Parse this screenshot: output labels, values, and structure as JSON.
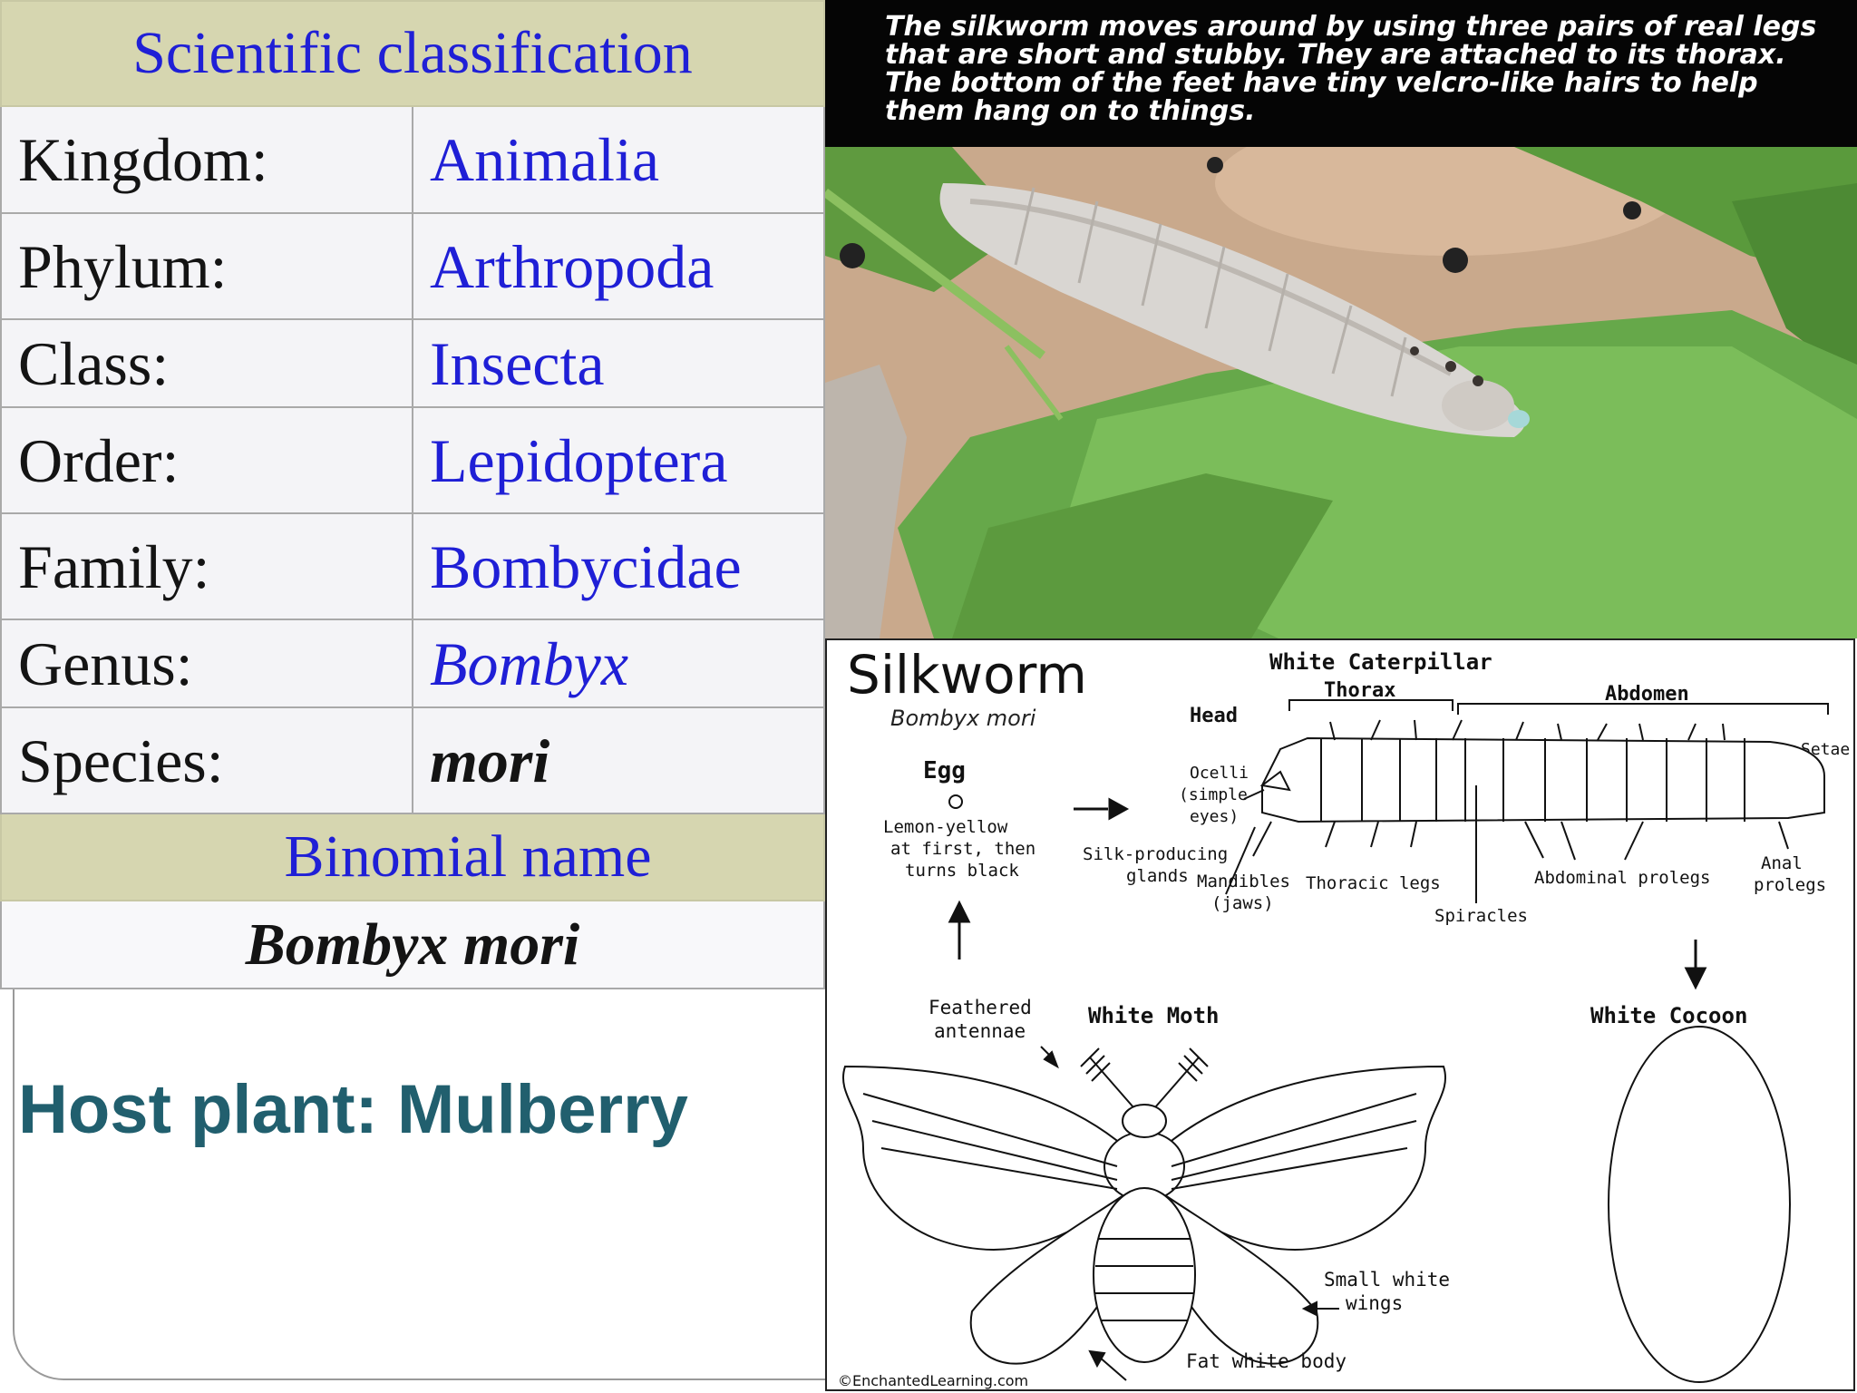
{
  "classification": {
    "header": "Scientific classification",
    "rows": [
      {
        "label": "Kingdom:",
        "value": "Animalia"
      },
      {
        "label": "Phylum:",
        "value": "Arthropoda"
      },
      {
        "label": "Class:",
        "value": "Insecta"
      },
      {
        "label": "Order:",
        "value": "Lepidoptera"
      },
      {
        "label": "Family:",
        "value": "Bombycidae"
      },
      {
        "label": "Genus:",
        "value": "Bombyx"
      },
      {
        "label": "Species:",
        "value": "mori"
      }
    ],
    "binomial_header": "Binomial name",
    "binomial_value": "Bombyx mori"
  },
  "host_plant": "Host plant: Mulberry",
  "photo": {
    "caption": "The silkworm moves around by using three pairs of real legs that are short and stubby. They are attached to its thorax. The bottom of the feet have tiny velcro-like hairs to help them hang on to things."
  },
  "diagram": {
    "title": "Silkworm",
    "subtitle": "Bombyx mori",
    "caterpillar_title": "White Caterpillar",
    "thorax": "Thorax",
    "abdomen": "Abdomen",
    "head": "Head",
    "setae": "Setae",
    "ocelli": [
      "Ocelli",
      "(simple",
      "eyes)"
    ],
    "silk_glands": [
      "Silk-producing",
      "glands"
    ],
    "mandibles": [
      "Mandibles",
      "(jaws)"
    ],
    "thoracic_legs": "Thoracic legs",
    "spiracles": "Spiracles",
    "abdominal_prolegs": "Abdominal prolegs",
    "anal_prolegs": [
      "Anal",
      "prolegs"
    ],
    "egg": "Egg",
    "egg_desc": [
      "Lemon-yellow",
      "at first, then",
      "turns black"
    ],
    "moth_title": "White Moth",
    "feathered_antennae": [
      "Feathered",
      "antennae"
    ],
    "cocoon_title": "White Cocoon",
    "small_wings": [
      "Small white",
      "wings"
    ],
    "fat_body": "Fat white body",
    "credit": "©EnchantedLearning.com"
  }
}
